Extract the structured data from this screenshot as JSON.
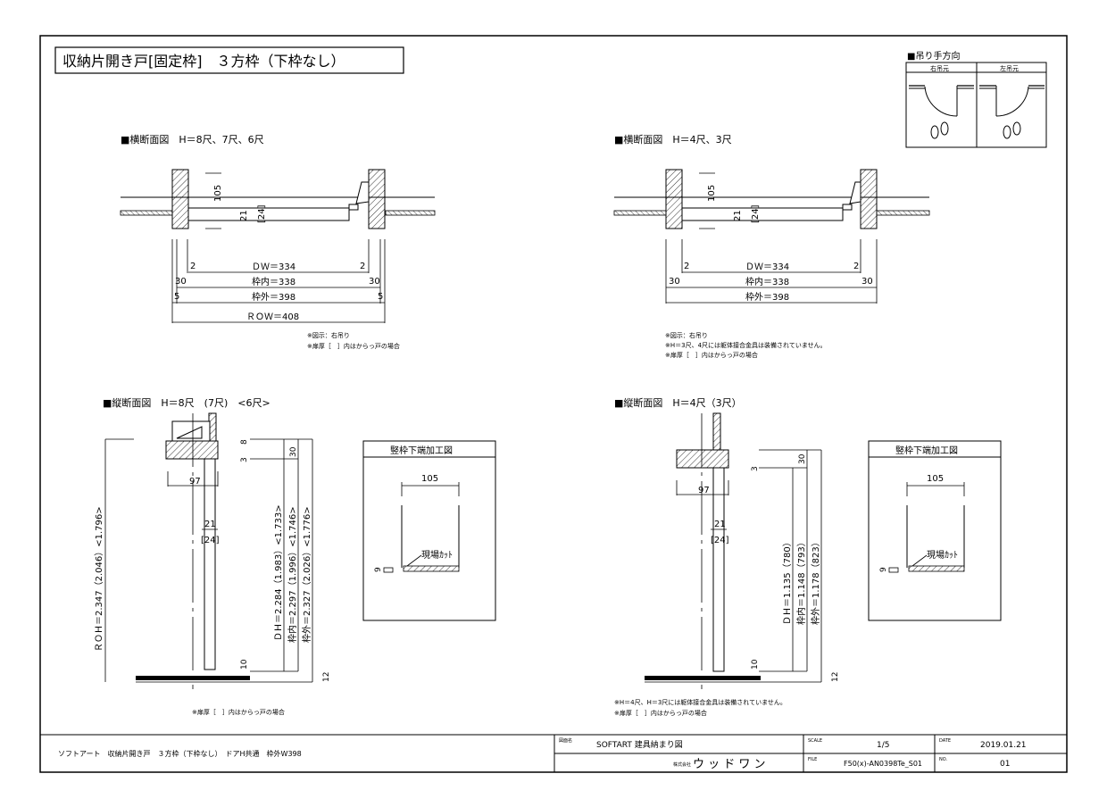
{
  "title": "収納片開き戸[固定枠]　３方枠（下枠なし）",
  "hinge_box": {
    "title": "■吊り手方向",
    "right_label": "右吊元",
    "left_label": "左吊元"
  },
  "left_top": {
    "heading": "■横断面図　H＝8尺、7尺、6尺",
    "dim_105": "105",
    "dim_21": "21",
    "dim_24": "[24]",
    "dw": "ＤＷ＝334",
    "inner": "枠内＝338",
    "outer": "枠外＝398",
    "row": "ＲＯＷ＝408",
    "n2a": "2",
    "n2b": "2",
    "n30a": "30",
    "n30b": "30",
    "n5a": "5",
    "n5b": "5",
    "note1": "※図示：右吊り",
    "note2": "※扉厚［　］内はからっ戸の場合"
  },
  "right_top": {
    "heading": "■横断面図　H＝4尺、3尺",
    "dim_105": "105",
    "dim_21": "21",
    "dim_24": "[24]",
    "dw": "ＤＷ＝334",
    "inner": "枠内＝338",
    "outer": "枠外＝398",
    "n2a": "2",
    "n2b": "2",
    "n30a": "30",
    "n30b": "30",
    "note1": "※図示：右吊り",
    "note2": "※H＝3尺、4尺には躯体接合金具は装備されていません。",
    "note3": "※扉厚［　］内はからっ戸の場合"
  },
  "left_bottom": {
    "heading": "■縦断面図　H＝8尺　(7尺)　<6尺>",
    "roh": "ＲＯＨ＝2.347（2.046）<1.796>",
    "dh": "ＤＨ＝2.284（1.983）<1.733>",
    "inner": "枠内＝2.297（1.996）<1.746>",
    "outer": "枠外＝2.327（2.026）<1.776>",
    "dim_97": "97",
    "dim_21": "21",
    "dim_24": "[24]",
    "n8": "8",
    "n3": "3",
    "n30": "30",
    "n10": "10",
    "n12": "12",
    "note": "※扉厚［　］内はからっ戸の場合"
  },
  "right_bottom": {
    "heading": "■縦断面図　H＝4尺（3尺）",
    "dh": "ＤＨ＝1.135（780）",
    "inner": "枠内＝1.148（793）",
    "outer": "枠外＝1.178（823）",
    "dim_97": "97",
    "dim_21": "21",
    "dim_24": "[24]",
    "n3": "3",
    "n30": "30",
    "n10": "10",
    "n12": "12",
    "note1": "※H＝4尺、H＝3尺には躯体接合金具は装備されていません。",
    "note2": "※扉厚［　］内はからっ戸の場合"
  },
  "detail_left": {
    "title": "竪枠下端加工図",
    "dim_105": "105",
    "cut": "現場ｶｯﾄ",
    "n9": "9"
  },
  "detail_right": {
    "title": "竪枠下端加工図",
    "dim_105": "105",
    "cut": "現場ｶｯﾄ",
    "n9": "9"
  },
  "title_block": {
    "description": "ソフトアート　収納片開き戸　３方枠（下枠なし）　ドアH共通　枠外W398",
    "drawing_label": "図面名",
    "drawing_name": "SOFTART 建具納まり図",
    "company_prefix": "株式会社",
    "company": "ウ ッ ド ワ ン",
    "scale_label": "SCALE",
    "scale": "1/5",
    "date_label": "DATE",
    "date": "2019.01.21",
    "file_label": "FILE",
    "file": "F50(x)-AN0398Te_S01",
    "no_label": "NO.",
    "no": "01"
  }
}
